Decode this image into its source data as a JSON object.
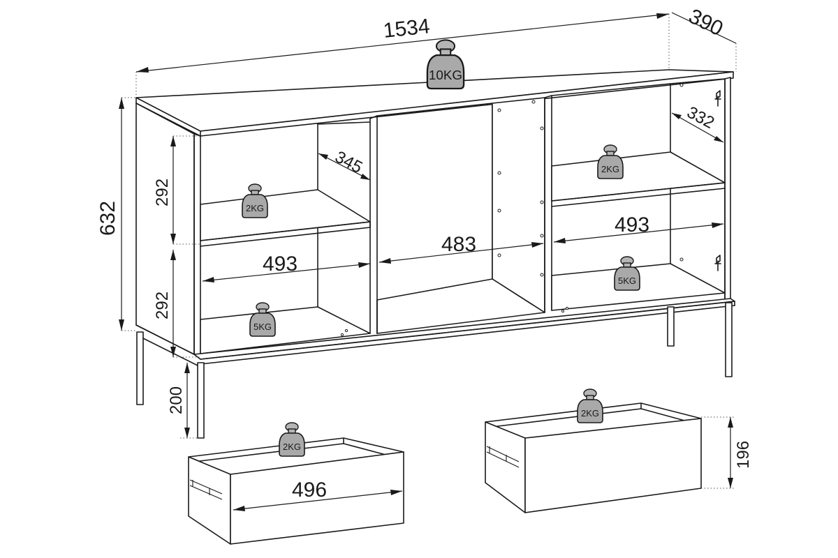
{
  "dimensions": {
    "width": "1534",
    "depth": "390",
    "height": "632",
    "inner_depth_left": "345",
    "inner_depth_right": "332",
    "upper_compartment_height": "292",
    "lower_compartment_height": "292",
    "left_compartment_width": "493",
    "center_compartment_width": "483",
    "right_compartment_width": "493",
    "leg_height": "200",
    "drawer_width": "496",
    "drawer_height": "196"
  },
  "load_labels": {
    "top": "10KG",
    "left_shelf": "2KG",
    "left_bottom": "5KG",
    "right_shelf": "2KG",
    "right_bottom": "5KG",
    "drawer_left": "2KG",
    "drawer_right": "2KG"
  }
}
